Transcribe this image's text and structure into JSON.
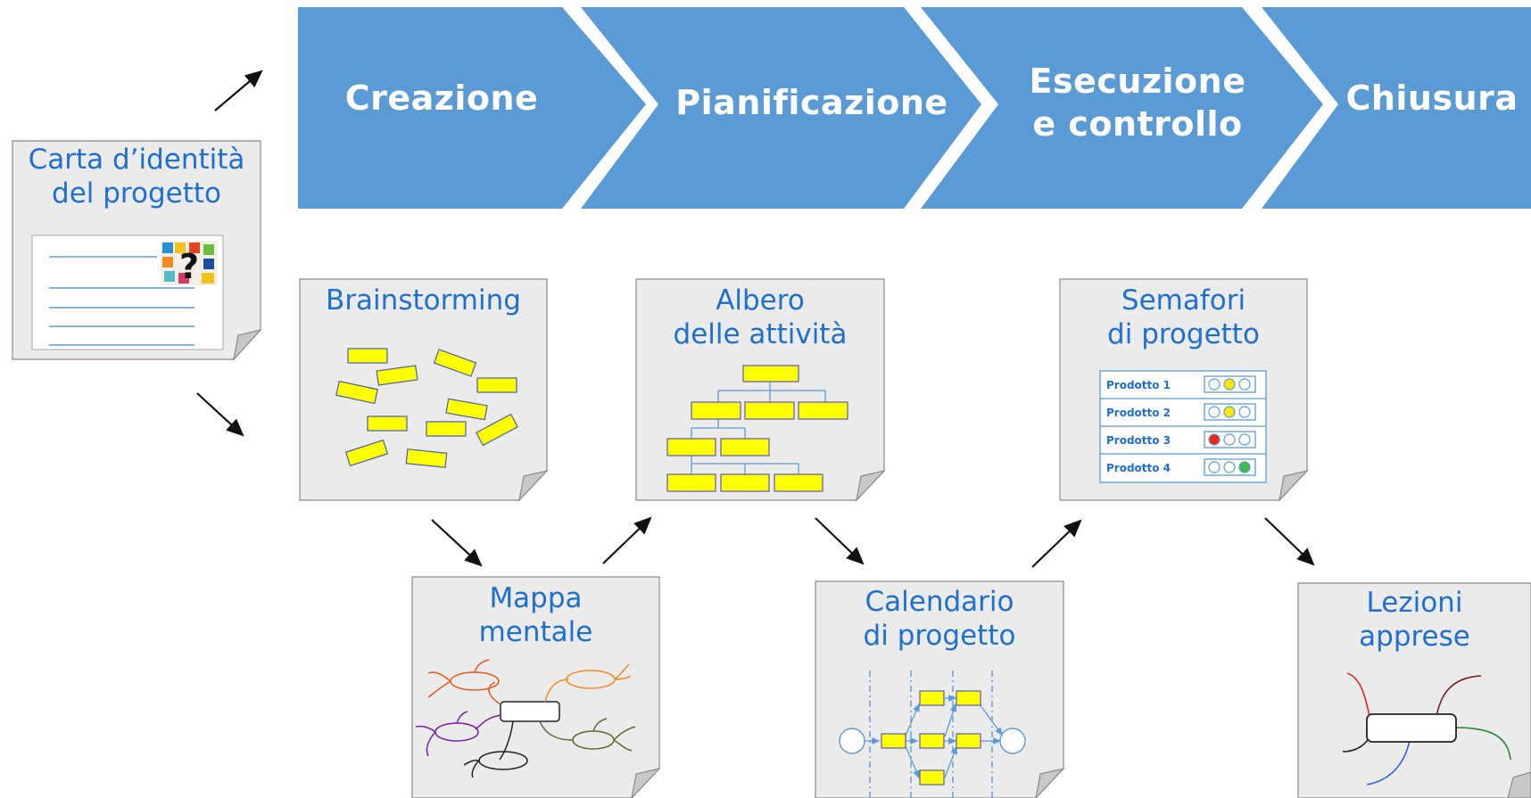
{
  "phases": [
    {
      "line1": "Creazione",
      "line2": ""
    },
    {
      "line1": "Pianificazione",
      "line2": ""
    },
    {
      "line1": "Esecuzione",
      "line2": "e controllo"
    },
    {
      "line1": "Chiusura",
      "line2": ""
    }
  ],
  "cards": {
    "identity": {
      "line1": "Carta d’identità",
      "line2": "del progetto"
    },
    "brainstorming": {
      "line1": "Brainstorming",
      "line2": ""
    },
    "mind_map": {
      "line1": "Mappa",
      "line2": "mentale"
    },
    "activity_tree": {
      "line1": "Albero",
      "line2": "delle attività"
    },
    "calendar": {
      "line1": "Calendario",
      "line2": "di progetto"
    },
    "traffic_lights": {
      "line1": "Semafori",
      "line2": "di progetto"
    },
    "lessons": {
      "line1": "Lezioni",
      "line2": "apprese"
    }
  },
  "traffic_light_rows": [
    {
      "label": "Prodotto 1",
      "lit": "yellow"
    },
    {
      "label": "Prodotto 2",
      "lit": "yellow"
    },
    {
      "label": "Prodotto 3",
      "lit": "red"
    },
    {
      "label": "Prodotto 4",
      "lit": "green"
    }
  ],
  "colors": {
    "phase_blue": "#5b9bd5",
    "text_blue": "#1f6fcf",
    "card_fill": "#ebebeb",
    "sticky_yellow": "#ffff00",
    "light_red": "#e8291c",
    "light_yellow": "#ffe600",
    "light_green": "#3cb94a"
  }
}
